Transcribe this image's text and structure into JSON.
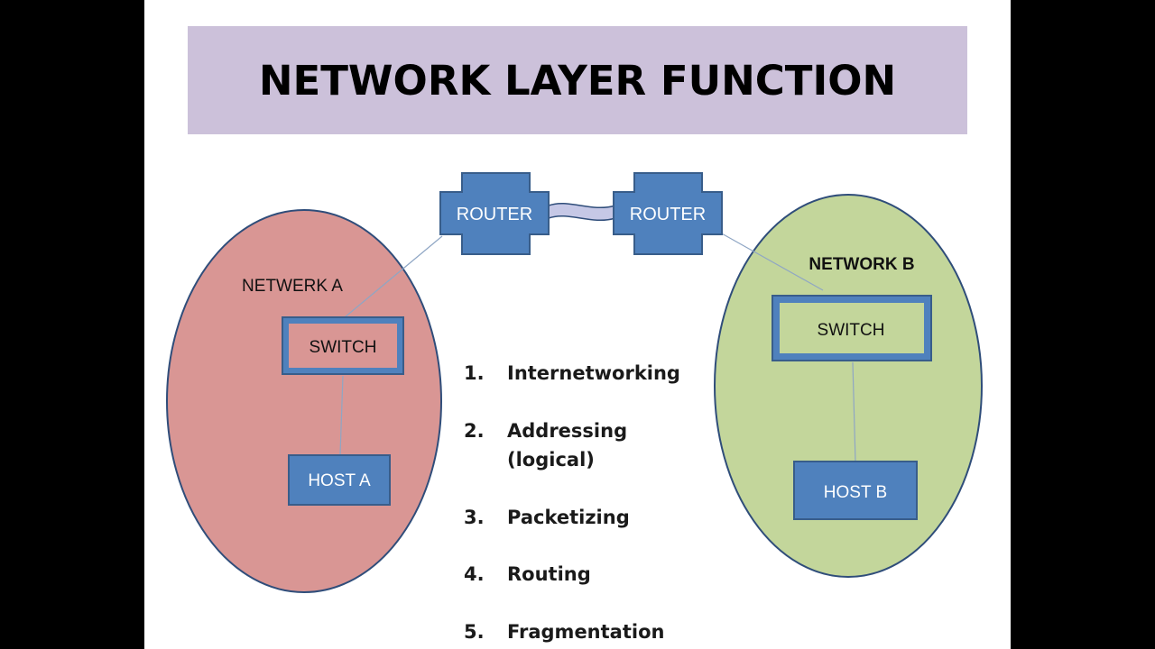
{
  "title": "NETWORK LAYER FUNCTION",
  "colors": {
    "background": "#000000",
    "slide": "#ffffff",
    "title_banner": "#ccc1da",
    "network_a_fill": "#d99694",
    "network_b_fill": "#c3d69b",
    "node_fill": "#4f81bd",
    "node_border": "#385d8a",
    "ellipse_border": "#2f4d7a",
    "link_fill": "#c6c8e6"
  },
  "diagram": {
    "routers": [
      {
        "id": "router-1",
        "label": "ROUTER"
      },
      {
        "id": "router-2",
        "label": "ROUTER"
      }
    ],
    "networks": [
      {
        "id": "network-a",
        "label": "NETWERK A",
        "switch_label": "SWITCH",
        "host_label": "HOST A"
      },
      {
        "id": "network-b",
        "label": "NETWORK B",
        "switch_label": "SWITCH",
        "host_label": "HOST B"
      }
    ]
  },
  "functions": [
    {
      "num": "1.",
      "text": "Internetworking"
    },
    {
      "num": "2.",
      "text": "Addressing (logical)"
    },
    {
      "num": "3.",
      "text": "Packetizing"
    },
    {
      "num": "4.",
      "text": "Routing"
    },
    {
      "num": "5.",
      "text": "Fragmentation"
    }
  ]
}
